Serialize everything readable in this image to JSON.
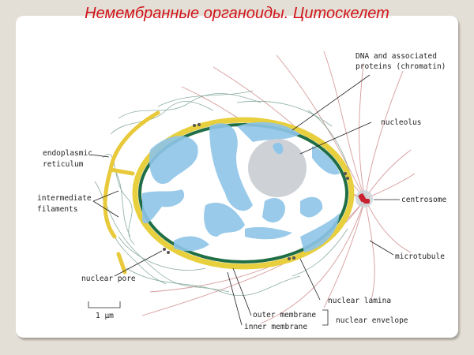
{
  "title": "Немембранные органоиды. Цитоскелет",
  "labels": {
    "dna_line1": "DNA and associated",
    "dna_line2": "proteins (chromatin)",
    "nucleolus": "nucleolus",
    "er_line1": "endoplasmic",
    "er_line2": "reticulum",
    "if_line1": "intermediate",
    "if_line2": "filaments",
    "centrosome": "centrosome",
    "microtubule": "microtubule",
    "nuclear_pore": "nuclear pore",
    "nuclear_lamina": "nuclear lamina",
    "outer_membrane": "outer membrane",
    "inner_membrane": "inner membrane",
    "nuclear_envelope": "nuclear envelope",
    "scale": "1 µm"
  },
  "colors": {
    "title": "#d0141a",
    "chromatin": "#8ec5e8",
    "nucleolus": "#c9ccd0",
    "outer_membrane": "#f0d84a",
    "lamina": "#1f6e45",
    "er": "#f0d84a",
    "microtubule": "#c97070",
    "filaments": "#5b8f7a",
    "centrosome": "#c8202e"
  }
}
